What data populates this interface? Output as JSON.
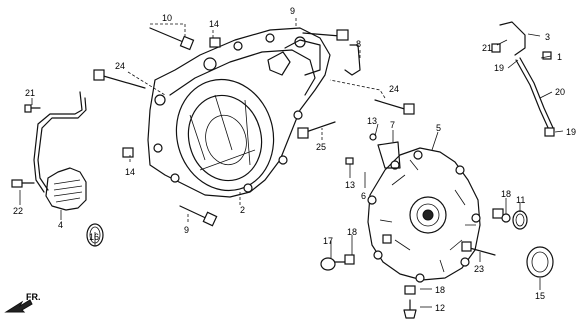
{
  "direction_label": "FR.",
  "callouts": {
    "c1": "1",
    "c2": "2",
    "c3": "3",
    "c4": "4",
    "c5": "5",
    "c6": "6",
    "c7": "7",
    "c8": "8",
    "c9a": "9",
    "c9b": "9",
    "c10": "10",
    "c11": "11",
    "c12": "12",
    "c13a": "13",
    "c13b": "13",
    "c14a": "14",
    "c14b": "14",
    "c15": "15",
    "c16": "16",
    "c17": "17",
    "c18a": "18",
    "c18b": "18",
    "c18c": "18",
    "c19a": "19",
    "c19b": "19",
    "c20": "20",
    "c21a": "21",
    "c21b": "21",
    "c22": "22",
    "c23": "23",
    "c24a": "24",
    "c24b": "24",
    "c25": "25"
  }
}
